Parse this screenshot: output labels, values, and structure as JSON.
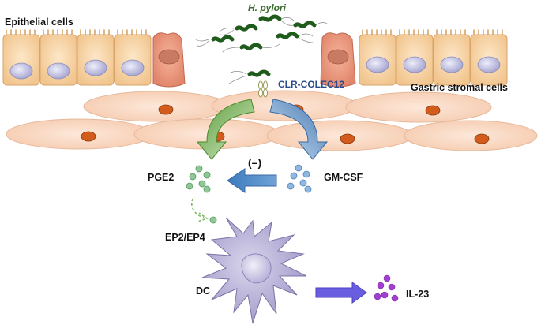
{
  "labels": {
    "epithelial_cells": "Epithelial cells",
    "h_pylori": "H. pylori",
    "clr_colec12": "CLR-COLEC12",
    "gastric_stromal_cells": "Gastric stromal cells",
    "pge2": "PGE2",
    "minus": "(–)",
    "gm_csf": "GM-CSF",
    "ep2_ep4": "EP2/EP4",
    "dc": "DC",
    "il_23": "IL-23"
  },
  "colors": {
    "epithelial_cell": "#f6d3a6",
    "epithelial_nucleus": "#c9c9e6",
    "infected_cell": "#e8967a",
    "stromal_cell": "#f9dcc8",
    "stromal_nucleus": "#d35b1c",
    "bacteria": "#2f7a2a",
    "pge2_dots": "#8fc79a",
    "gmcsf_dots": "#8fb7df",
    "inhibition_arrow": "#4a86c5",
    "dendritic_cell": "#b8b3d6",
    "il23_dots": "#a23fd0",
    "dc_arrow": "#6a5ee0"
  }
}
